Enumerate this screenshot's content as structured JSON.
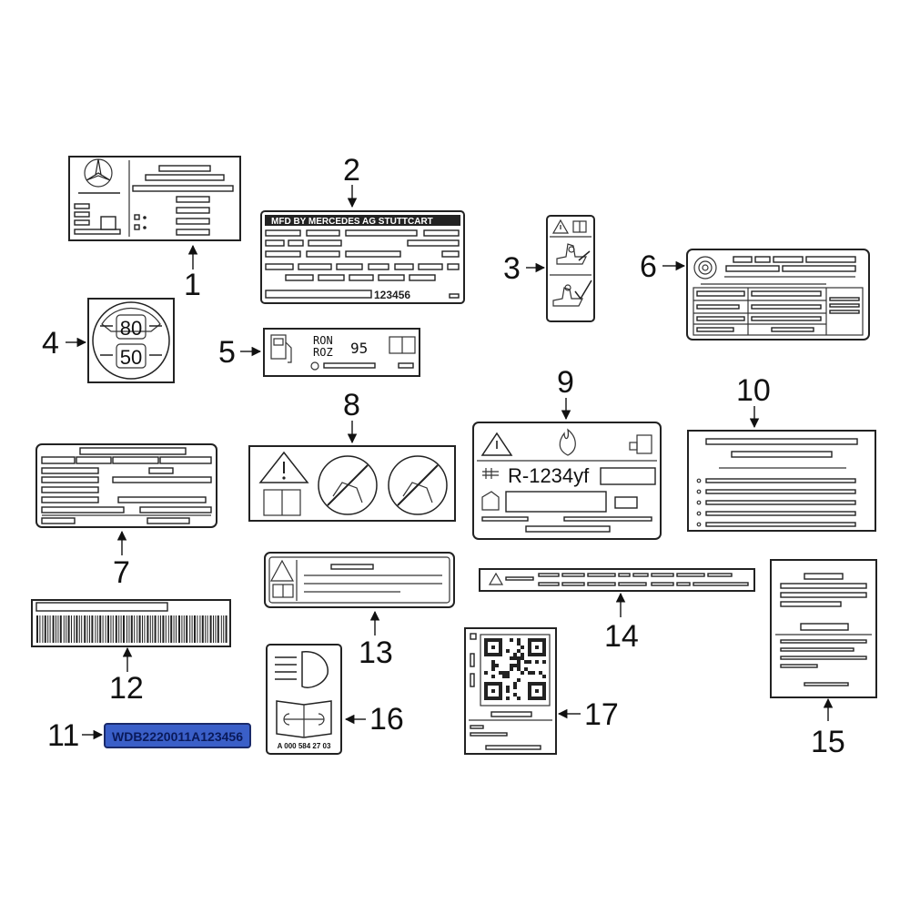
{
  "colors": {
    "ink": "#222222",
    "vin_fill": "#3a5fc8",
    "vin_text": "#0a1a5a"
  },
  "callouts": [
    "1",
    "2",
    "3",
    "4",
    "5",
    "6",
    "7",
    "8",
    "9",
    "10",
    "11",
    "12",
    "13",
    "14",
    "15",
    "16",
    "17"
  ],
  "label2": {
    "header": "MFD BY MERCEDES AG STUTTCART",
    "code": "123456"
  },
  "label4": {
    "top": "80",
    "bottom": "50"
  },
  "label5": {
    "line1": "RON",
    "line2": "ROZ",
    "octane": "95"
  },
  "label9": {
    "refrigerant": "R-1234yf"
  },
  "label11": {
    "vin": "WDB2220011A123456"
  },
  "label16": {
    "part_number": "A 000 584 27 03"
  },
  "icons": [
    "mercedes-star-icon",
    "warning-triangle-icon",
    "book-icon",
    "fuel-pump-icon",
    "flame-icon",
    "seat-icon",
    "no-child-seat-icon",
    "tire-icon",
    "headlight-icon",
    "wrench-icon",
    "qr-code-icon",
    "barcode-icon",
    "compressor-icon",
    "info-icon"
  ]
}
